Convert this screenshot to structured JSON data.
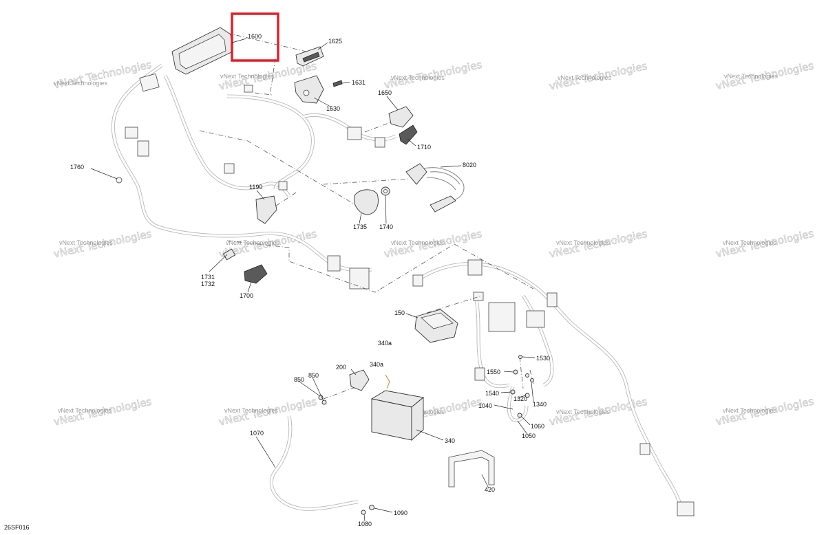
{
  "diagram": {
    "drawing_code": "26SF016",
    "watermark": "vNext Technologies",
    "highlight_color": "#e0202a",
    "callouts": [
      {
        "id": "c1600",
        "text": "1600",
        "highlighted": true
      },
      {
        "id": "c1625",
        "text": "1625"
      },
      {
        "id": "c1631",
        "text": "1631"
      },
      {
        "id": "c1630",
        "text": "1630"
      },
      {
        "id": "c1650",
        "text": "1650"
      },
      {
        "id": "c1710",
        "text": "1710"
      },
      {
        "id": "c8020",
        "text": "8020"
      },
      {
        "id": "c1760",
        "text": "1760"
      },
      {
        "id": "c1190",
        "text": "1190"
      },
      {
        "id": "c1735",
        "text": "1735"
      },
      {
        "id": "c1740",
        "text": "1740"
      },
      {
        "id": "c1731",
        "text": "1731"
      },
      {
        "id": "c1732",
        "text": "1732"
      },
      {
        "id": "c1700",
        "text": "1700"
      },
      {
        "id": "c150",
        "text": "150"
      },
      {
        "id": "c340a_1",
        "text": "340a"
      },
      {
        "id": "c340a_2",
        "text": "340a"
      },
      {
        "id": "c200",
        "text": "200"
      },
      {
        "id": "c850_1",
        "text": "850"
      },
      {
        "id": "c850_2",
        "text": "850"
      },
      {
        "id": "c340",
        "text": "340"
      },
      {
        "id": "c1070",
        "text": "1070"
      },
      {
        "id": "c1090",
        "text": "1090"
      },
      {
        "id": "c1080",
        "text": "1080"
      },
      {
        "id": "c1530",
        "text": "1530"
      },
      {
        "id": "c1550",
        "text": "1550"
      },
      {
        "id": "c1540",
        "text": "1540"
      },
      {
        "id": "c1320",
        "text": "1320"
      },
      {
        "id": "c1340",
        "text": "1340"
      },
      {
        "id": "c1040",
        "text": "1040"
      },
      {
        "id": "c1060",
        "text": "1060"
      },
      {
        "id": "c1050",
        "text": "1050"
      },
      {
        "id": "c420",
        "text": "420"
      }
    ]
  }
}
